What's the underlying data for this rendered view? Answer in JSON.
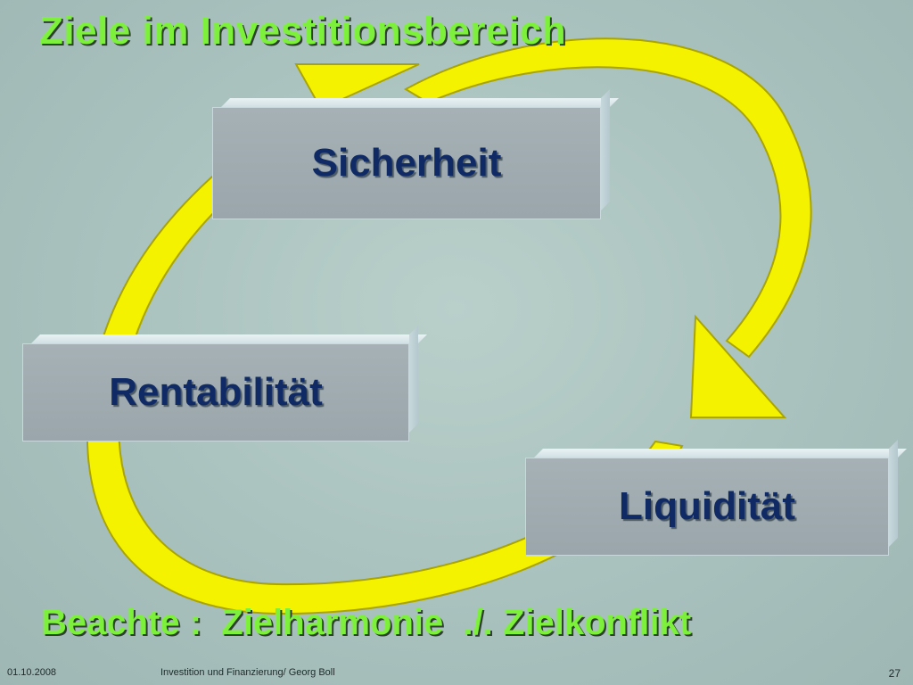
{
  "slide": {
    "title": "Ziele im Investitionsbereich",
    "boxes": {
      "sicherheit": "Sicherheit",
      "rentabilitaet": "Rentabilität",
      "liquiditaet": "Liquidität"
    },
    "note": "Beachte :  Zielharmonie  ./. Zielkonflikt",
    "colors": {
      "arrow": "#f5f200",
      "title_text": "#7cf03a",
      "box_text": "#0f2a64",
      "box_fill": "#9eaab0"
    }
  },
  "footer": {
    "date": "01.10.2008",
    "center": "Investition und Finanzierung/ Georg Boll",
    "page": "27"
  }
}
